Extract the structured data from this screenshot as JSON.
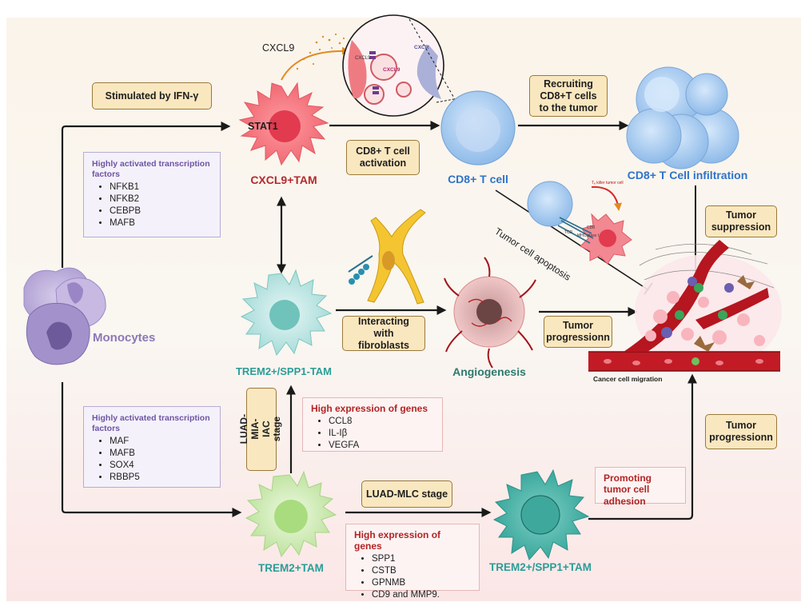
{
  "labels": {
    "cxcl9_signal": "CXCL9",
    "inset_cxcl9_a": "CXCL9",
    "inset_cxcl9_b": "CXCL9",
    "inset_cxcr": "CXCR",
    "stat1": "STAT1",
    "cxcl9_tam": "CXCL9+TAM",
    "cd8_t_cell": "CD8+ T cell",
    "cd8_infiltration": "CD8+ T Cell infiltration",
    "monocytes": "Monocytes",
    "trem2_spp1_neg_tam": "TREM2+/SPP1-TAM",
    "angiogenesis": "Angiogenesis",
    "cancer_migration": "Cancer cell migration",
    "trem2_tam": "TREM2+TAM",
    "trem2_spp1_pos_tam": "TREM2+/SPP1+TAM",
    "apoptosis": "Tumor cell apoptosis",
    "mini_killer": "Tₑ killer tumor cell",
    "mini_cd8": "CD8",
    "mini_tcr": "TCR",
    "mini_mhc": "MHC class I"
  },
  "tags": {
    "ifn": "Stimulated by IFN-γ",
    "recruiting": "Recruiting CD8+T cells to the tumor",
    "activation": "CD8+ T cell activation",
    "suppression": "Tumor suppression",
    "fibroblasts": "Interacting with fibroblasts",
    "progression_a": "Tumor progressionn",
    "progression_b": "Tumor progressionn",
    "luad_mia": "LUAD- MIA-IAC stage",
    "luad_mlc": "LUAD-MLC stage"
  },
  "boxes": {
    "tf_top": {
      "title": "Highly activated transcription factors",
      "items": [
        "NFKB1",
        "NFKB2",
        "CEBPB",
        "MAFB"
      ]
    },
    "tf_bottom": {
      "title": "Highly activated transcription factors",
      "items": [
        "MAF",
        "MAFB",
        "SOX4",
        "RBBP5"
      ]
    },
    "genes_mid": {
      "title": "High expression of genes",
      "items": [
        "CCL8",
        "IL-Iβ",
        "VEGFA"
      ]
    },
    "genes_bottom": {
      "title": "High expression of genes",
      "items": [
        "SPP1",
        "CSTB",
        "GPNMB",
        "CD9 and MMP9."
      ]
    },
    "adhesion": "Promoting tumor cell adhesion"
  },
  "colors": {
    "cxcl9_tam": "#b32a2e",
    "cd8": "#2f73c9",
    "teal": "#2a9d96",
    "monocytes": "#8b78b8",
    "tag_fill": "#f9e7bf",
    "tag_border": "#9a7a3c"
  }
}
